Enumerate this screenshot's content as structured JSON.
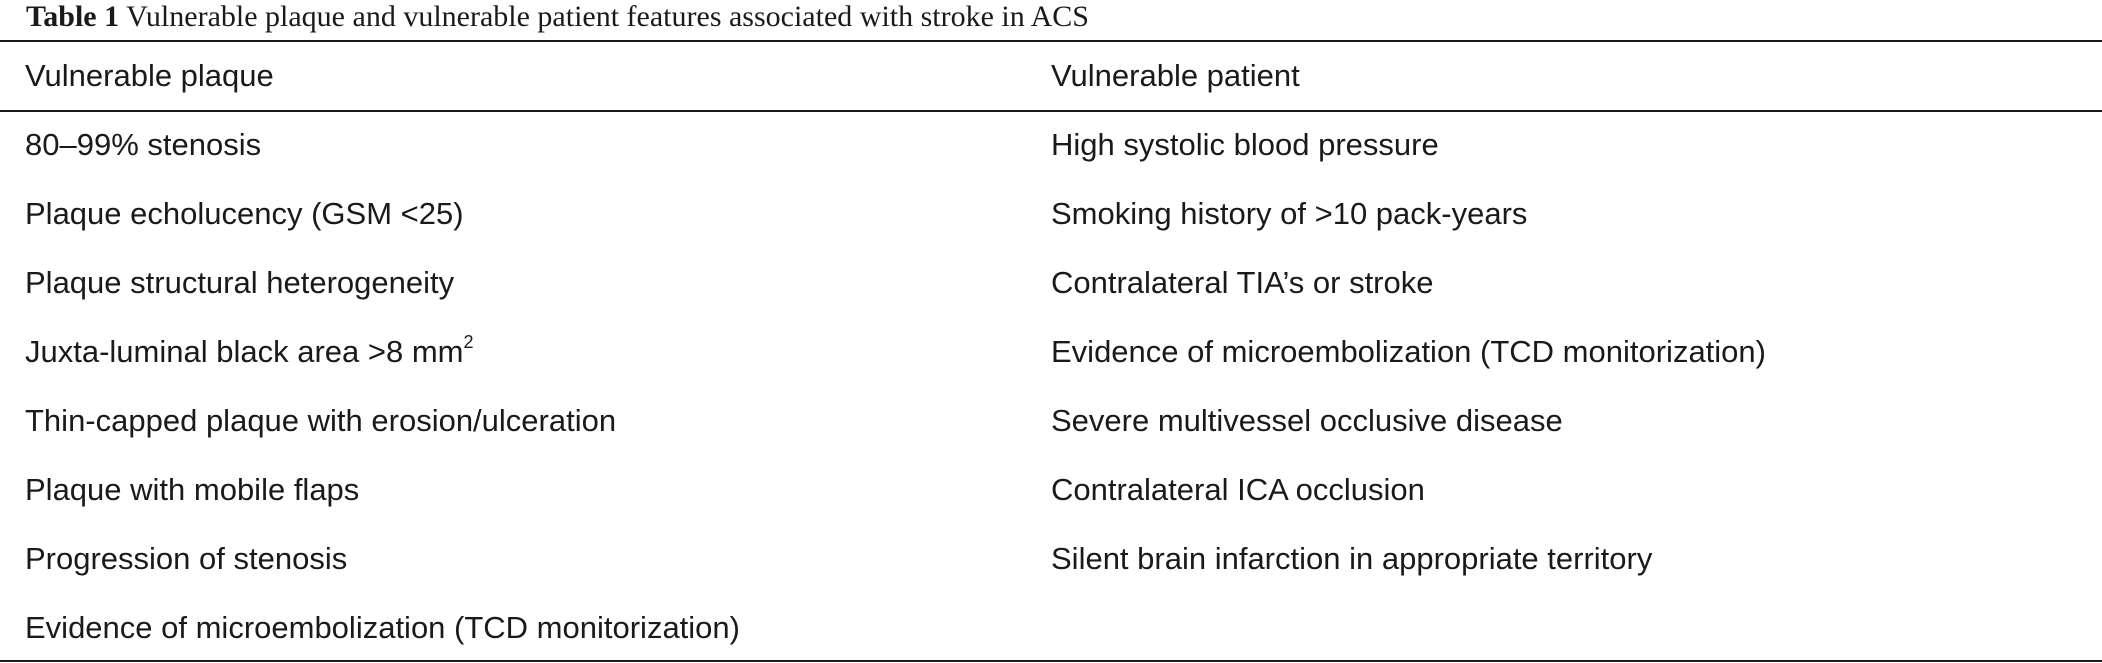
{
  "caption": {
    "label": "Table 1",
    "text": "Vulnerable plaque and vulnerable patient features associated with stroke in ACS"
  },
  "table": {
    "headers": [
      "Vulnerable plaque",
      "Vulnerable patient"
    ],
    "rows": [
      [
        "80–99% stenosis",
        "High systolic blood pressure"
      ],
      [
        "Plaque echolucency (GSM <25)",
        "Smoking history of >10 pack-years"
      ],
      [
        "Plaque structural heterogeneity",
        "Contralateral TIA’s or stroke"
      ],
      [
        "Juxta-luminal black area >8 mm",
        "Evidence of microembolization (TCD monitorization)"
      ],
      [
        "Thin-capped plaque with erosion/ulceration",
        "Severe multivessel occlusive disease"
      ],
      [
        "Plaque with mobile flaps",
        "Contralateral ICA occlusion"
      ],
      [
        "Progression of stenosis",
        "Silent brain infarction in appropriate territory"
      ],
      [
        "Evidence of microembolization (TCD monitorization)",
        ""
      ]
    ],
    "superscript_row3": "2"
  }
}
